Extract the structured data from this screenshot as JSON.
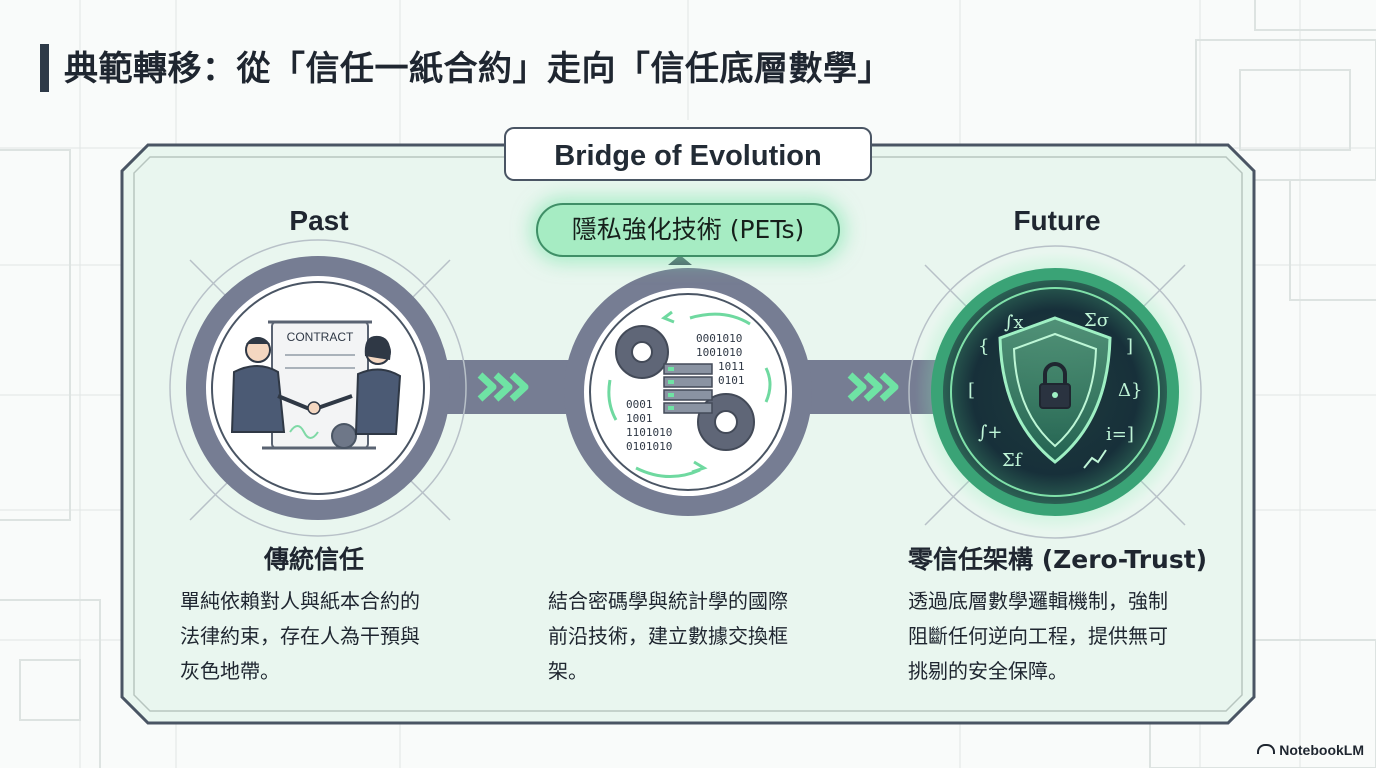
{
  "title": "典範轉移：從「信任一紙合約」走向「信任底層數學」",
  "bridge_label": "Bridge of Evolution",
  "past": {
    "heading": "Past",
    "subtitle": "傳統信任",
    "contract_label": "CONTRACT",
    "description": [
      "單純依賴對人與紙本合約的",
      "法律約束，存在人為干預與",
      "灰色地帶。"
    ]
  },
  "middle": {
    "badge": "隱私強化技術 (PETs)",
    "binary": [
      "0001010",
      "1001010",
      "1011",
      "0101",
      "0001",
      "1001",
      "1101010",
      "0101010"
    ],
    "description": [
      "結合密碼學與統計學的國際",
      "前沿技術，建立數據交換框",
      "架。"
    ]
  },
  "future": {
    "heading": "Future",
    "subtitle": "零信任架構 (Zero-Trust)",
    "symbols": [
      "{",
      "∫x",
      "Σσ",
      "]",
      "[",
      "Δ}",
      "∫+",
      "i=]",
      "Σf"
    ],
    "description": [
      "透過底層數學邏輯機制，強制",
      "阻斷任何逆向工程，提供無可",
      "挑剔的安全保障。"
    ]
  },
  "brand": "NotebookLM",
  "colors": {
    "accent_green": "#a6ecc3",
    "dark_slate": "#2e3a48",
    "bridge_gray": "#767d93",
    "panel_mint": "#e9f6ef"
  }
}
